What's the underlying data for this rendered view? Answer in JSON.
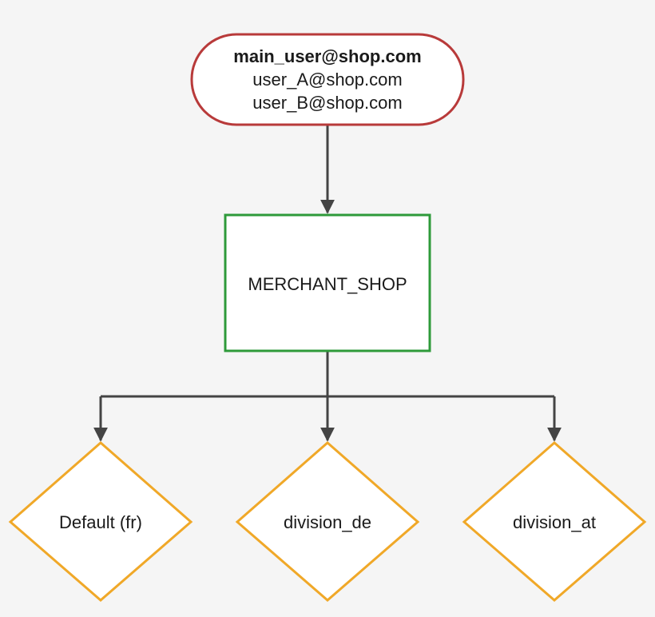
{
  "diagram": {
    "users": {
      "primary": "main_user@shop.com",
      "secondary": [
        "user_A@shop.com",
        "user_B@shop.com"
      ],
      "border_color": "#b83a3a"
    },
    "merchant": {
      "label": "MERCHANT_SHOP",
      "border_color": "#2e9a3a"
    },
    "divisions": [
      {
        "label": "Default (fr)"
      },
      {
        "label": "division_de"
      },
      {
        "label": "division_at"
      }
    ],
    "division_border_color": "#f0a828",
    "connector_color": "#444444"
  }
}
